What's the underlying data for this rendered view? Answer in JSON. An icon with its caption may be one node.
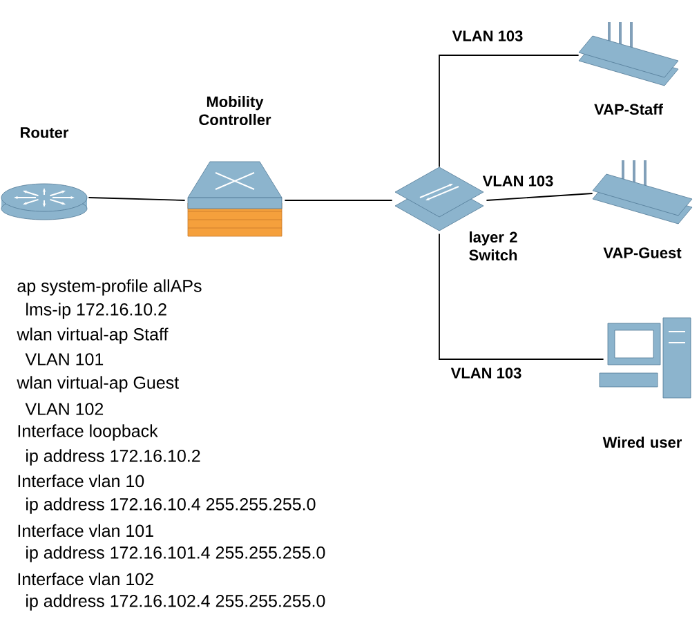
{
  "diagram": {
    "nodes": [
      {
        "text": [
          "Router"
        ]
      },
      {
        "text": [
          "Mobility Controller"
        ]
      },
      {
        "text": [
          "layer 2 Switch"
        ]
      },
      {
        "text": [
          "VAP-Staff"
        ]
      },
      {
        "text": [
          "VAP-Guest"
        ]
      },
      {
        "text": [
          "Wired user"
        ]
      }
    ],
    "edges": [
      {
        "from": 0,
        "to": 1,
        "arrow": "none"
      },
      {
        "from": 1,
        "to": 2,
        "arrow": "none"
      },
      {
        "from": 2,
        "to": 3,
        "arrow": "none",
        "label": "VLAN 103"
      },
      {
        "from": 2,
        "to": 4,
        "arrow": "none",
        "label": "VLAN 103"
      },
      {
        "from": 2,
        "to": 5,
        "arrow": "none",
        "label": "VLAN 103"
      }
    ],
    "labels": [
      "ap system-profile allAPs",
      "lms-ip 172.16.10.2",
      "wlan virtual-ap Staff",
      "VLAN 101",
      "wlan virtual-ap Guest",
      "VLAN 102",
      "Interface  loopback",
      "ip address 172.16.10.2",
      "Interface vlan 10",
      "ip address 172.16.10.4  255.255.255.0",
      "Interface vlan 101",
      "ip address 172.16.101.4 255.255.255.0",
      "Interface vlan 102",
      "ip address 172.16.102.4 255.255.255.0"
    ]
  }
}
